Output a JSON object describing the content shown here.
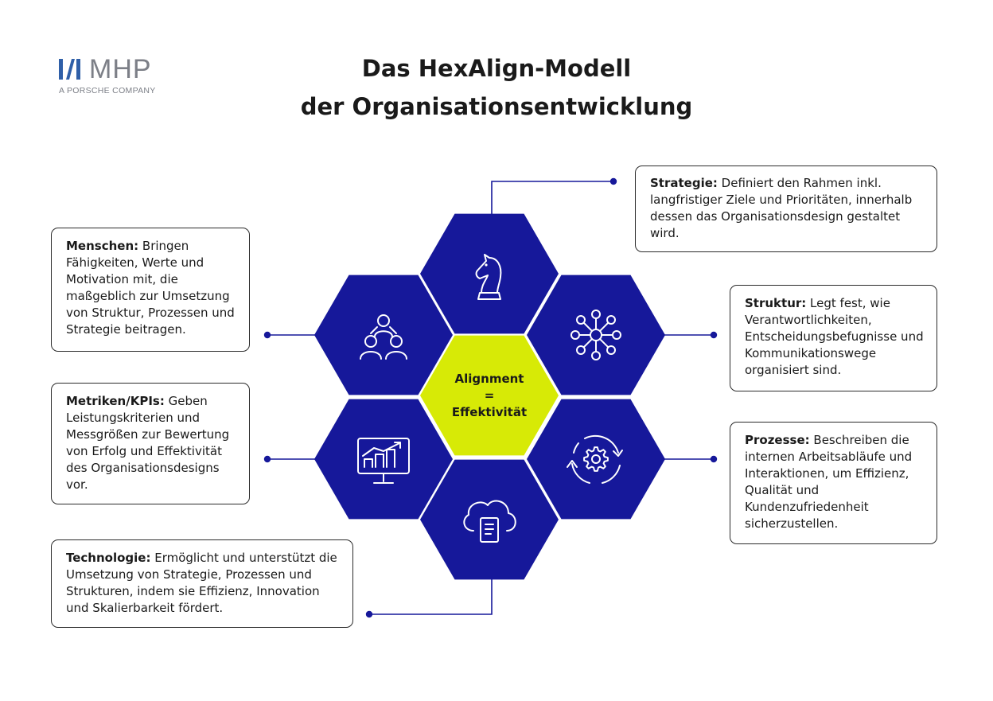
{
  "logo": {
    "name": "MHP",
    "subtitle": "A PORSCHE COMPANY"
  },
  "title": {
    "line1": "Das HexAlign-Modell",
    "line2": "der Organisationsentwicklung"
  },
  "center": {
    "line1": "Alignment",
    "line2": "=",
    "line3": "Effektivität"
  },
  "hexagons": [
    {
      "id": "strategie",
      "icon": "chess-knight-icon"
    },
    {
      "id": "menschen",
      "icon": "people-group-icon"
    },
    {
      "id": "struktur",
      "icon": "network-hub-icon"
    },
    {
      "id": "metriken",
      "icon": "monitor-chart-icon"
    },
    {
      "id": "prozesse",
      "icon": "gear-cycle-icon"
    },
    {
      "id": "technologie",
      "icon": "cloud-document-icon"
    }
  ],
  "boxes": {
    "strategie": {
      "label": "Strategie:",
      "text": " Definiert den Rahmen inkl. langfristiger Ziele und Prioritäten, innerhalb dessen das Organisationsdesign gestaltet wird."
    },
    "menschen": {
      "label": "Menschen:",
      "text": " Bringen Fähigkeiten, Werte und Motivation mit, die maßgeblich zur Umsetzung von Struktur, Prozessen und Strategie beitragen."
    },
    "struktur": {
      "label": "Struktur:",
      "text": " Legt fest, wie Verantwortlichkeiten, Entscheidungsbefugnisse und Kommunikationswege organisiert sind."
    },
    "metriken": {
      "label": "Metriken/KPIs:",
      "text": " Geben Leistungskriterien und Messgrößen zur Bewertung von Erfolg und Effektivität des Organisationsdesigns vor."
    },
    "prozesse": {
      "label": "Prozesse:",
      "text": " Beschreiben die internen Arbeitsabläufe und Interaktionen, um Effizienz, Qualität und Kundenzufriedenheit sicherzustellen."
    },
    "technologie": {
      "label": "Technologie:",
      "text": " Ermöglicht und unterstützt die Umsetzung von Strategie, Prozessen und Strukturen, indem sie Effizienz, Innovation und Skalierbarkeit fördert."
    }
  },
  "colors": {
    "hex_fill": "#16189a",
    "center_fill": "#d7ea06",
    "line": "#16189a",
    "text": "#1a1a1a",
    "logo_blue": "#2f5fa8",
    "logo_gray": "#7c7f87"
  }
}
